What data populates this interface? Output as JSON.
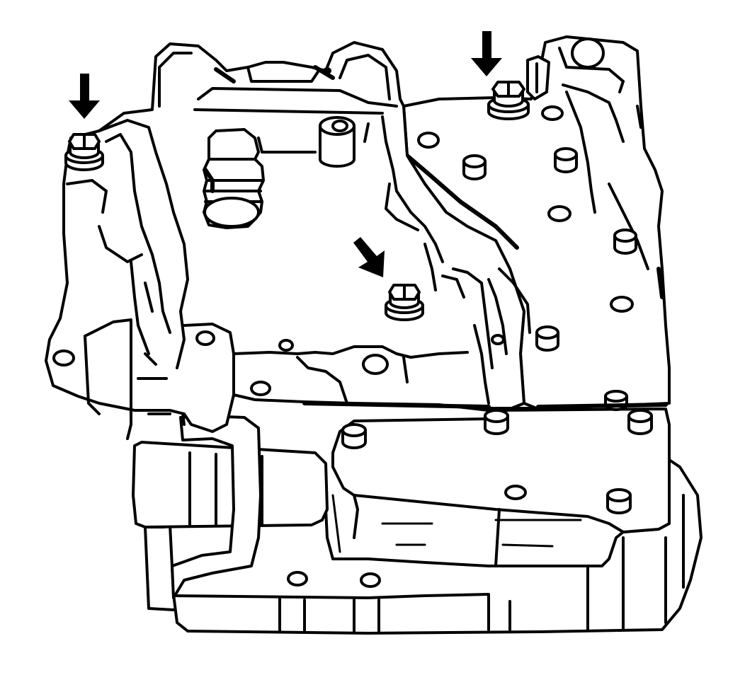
{
  "figure": {
    "subject": "valve-body-assembly",
    "style": "monochrome-line-art",
    "line_color": "#000000",
    "background_color": "#ffffff",
    "arrow_count": 3,
    "highlighted_bolt_count": 3
  }
}
